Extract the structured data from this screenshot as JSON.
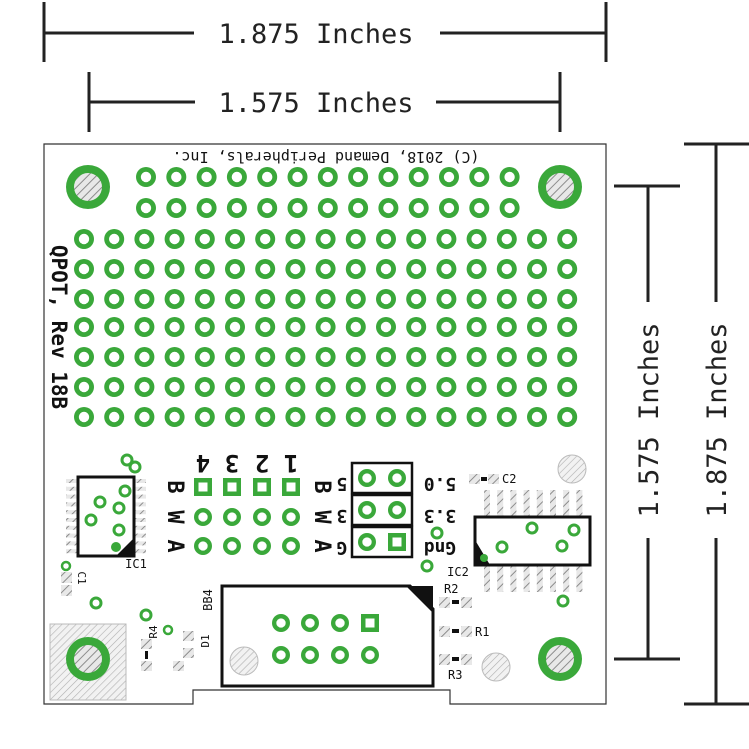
{
  "dimensions": {
    "outer_width": "1.875 Inches",
    "inner_width": "1.575 Inches",
    "inner_height": "1.575 Inches",
    "outer_height": "1.875 Inches"
  },
  "board": {
    "copyright": "(C) 2018, Demand Peripherals, Inc.",
    "name": "QPOT, Rev 18B",
    "column_numbers": [
      "4",
      "3",
      "2",
      "1"
    ],
    "row_letters": [
      "B",
      "W",
      "A"
    ],
    "voltage_labels": [
      "5.0",
      "3.3",
      "Gnd"
    ],
    "header_numbers": [
      "5",
      "3",
      "G"
    ]
  },
  "designators": {
    "ic1": "IC1",
    "ic2": "IC2",
    "c1": "C1",
    "c2": "C2",
    "r1": "R1",
    "r2": "R2",
    "r3": "R3",
    "r4": "R4",
    "d1": "D1",
    "bb4": "BB4"
  },
  "colors": {
    "pad_green": "#3aa83a",
    "silkscreen": "#111111",
    "hatch_gray": "#9a9a9a"
  }
}
